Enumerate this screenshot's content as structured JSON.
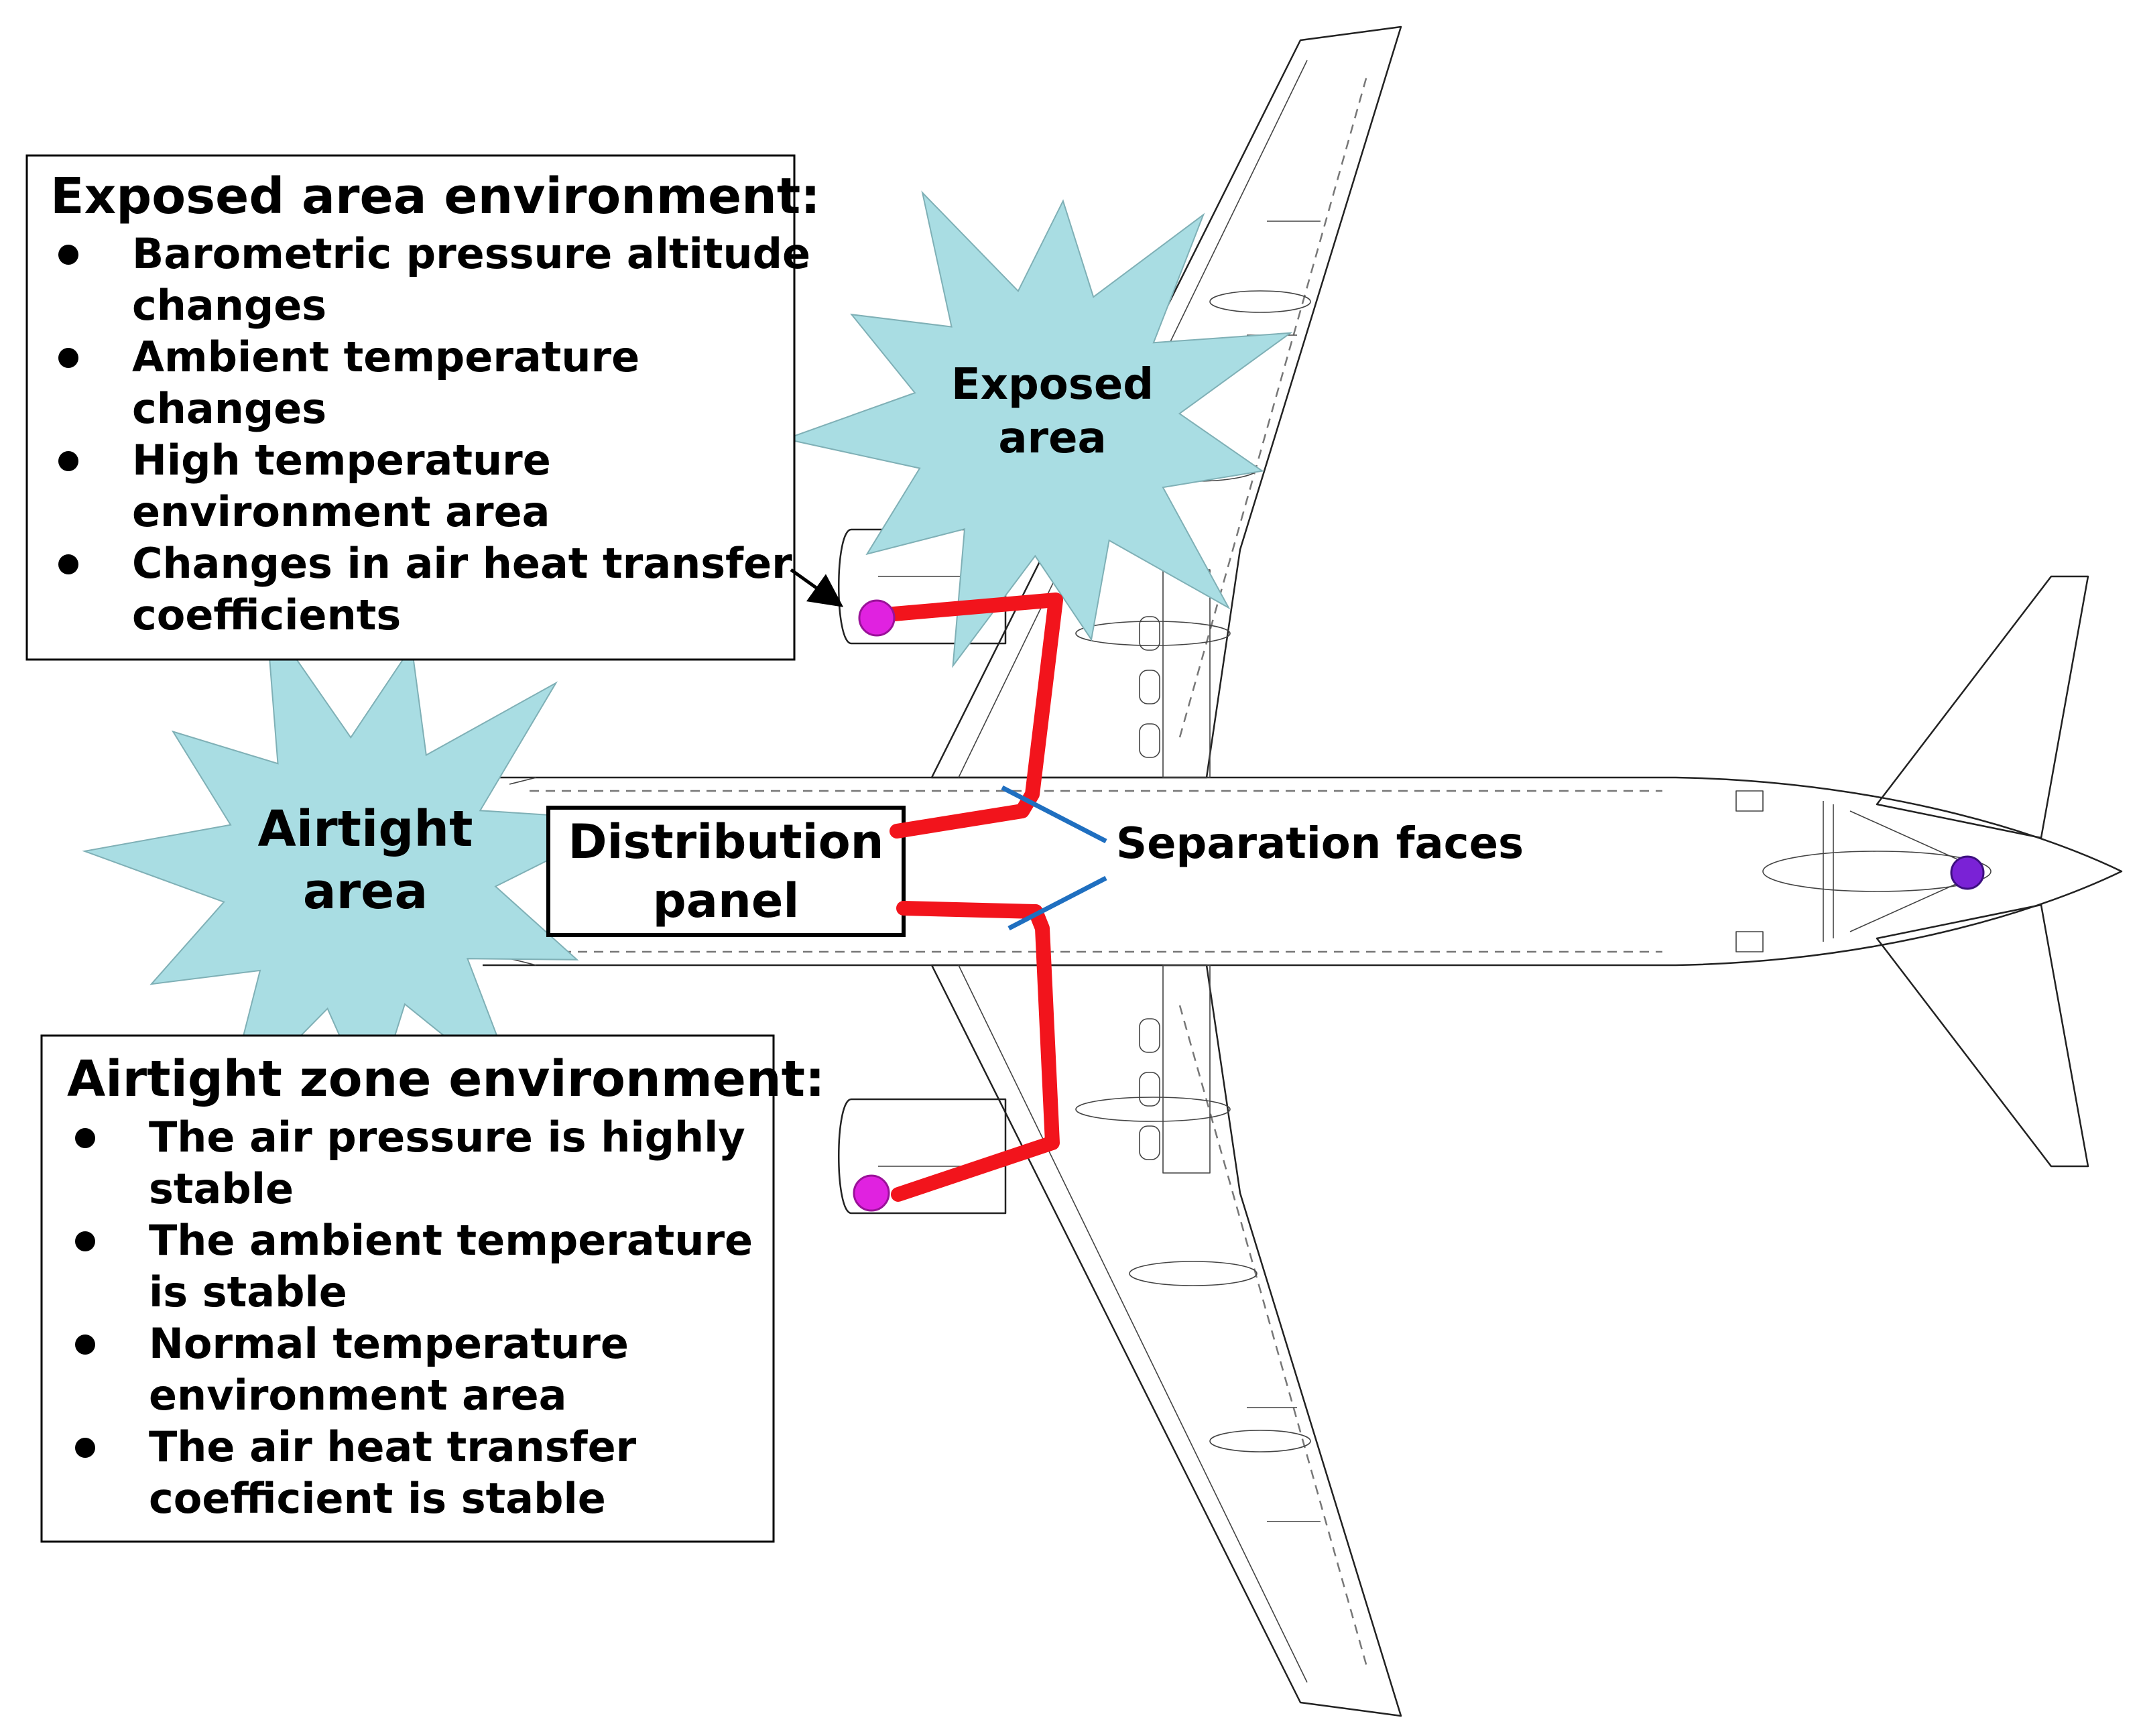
{
  "exposed_box": {
    "title": "Exposed area environment:",
    "items": [
      [
        "Barometric pressure altitude",
        "changes"
      ],
      [
        "Ambient temperature",
        "changes"
      ],
      [
        "High temperature",
        "environment area"
      ],
      [
        "Changes in air heat transfer",
        "coefficients"
      ]
    ]
  },
  "airtight_box": {
    "title": "Airtight zone environment:",
    "items": [
      [
        "The air pressure is highly",
        "stable"
      ],
      [
        "The ambient temperature",
        "is stable"
      ],
      [
        "Normal temperature",
        "environment area"
      ],
      [
        "The air heat transfer",
        "coefficient is stable"
      ]
    ]
  },
  "starburst_exposed": [
    "Exposed",
    "area"
  ],
  "starburst_airtight": [
    "Airtight",
    "area"
  ],
  "distribution_panel": [
    "Distribution",
    "panel"
  ],
  "separation_label": "Separation faces",
  "colors": {
    "starburst_fill": "#a9dde3",
    "cable": "#f2141c",
    "separation_line": "#1f6fc0",
    "sensor_magenta": "#e022e0",
    "sensor_purple": "#7a22d6",
    "bullet": "#000000"
  },
  "icons": {
    "bullet": "filled-circle",
    "pointer": "arrow"
  }
}
